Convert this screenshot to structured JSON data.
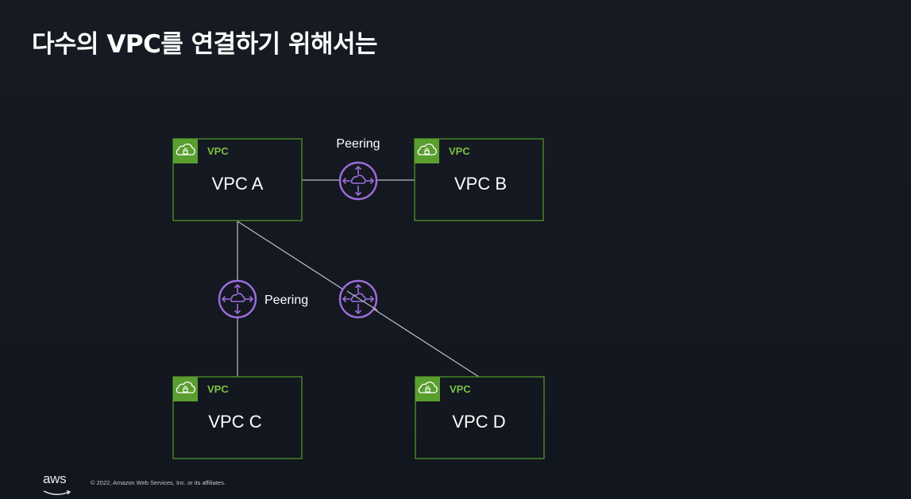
{
  "slide": {
    "title": "다수의 VPC를 연결하기 위해서는"
  },
  "diagram": {
    "vpcs": [
      {
        "id": "a",
        "tag": "VPC",
        "label": "VPC A"
      },
      {
        "id": "b",
        "tag": "VPC",
        "label": "VPC B"
      },
      {
        "id": "c",
        "tag": "VPC",
        "label": "VPC C"
      },
      {
        "id": "d",
        "tag": "VPC",
        "label": "VPC D"
      }
    ],
    "connections": [
      {
        "from": "VPC A",
        "to": "VPC B",
        "label": "Peering"
      },
      {
        "from": "VPC A",
        "to": "VPC C",
        "label": "Peering"
      },
      {
        "from": "VPC A",
        "to": "VPC D",
        "label": ""
      }
    ],
    "colors": {
      "vpc_border": "#4d8a2a",
      "vpc_icon_bg": "#5a9e2f",
      "vpc_tag_text": "#7ac143",
      "peering_icon": "#9b6ddc",
      "line": "#b8bcc4"
    },
    "icons": {
      "vpc": "vpc-cloud-lock-icon",
      "peering": "peering-connection-icon"
    }
  },
  "footer": {
    "logo_text": "aws",
    "copyright": "© 2022, Amazon Web Services, Inc. or its affiliates."
  }
}
